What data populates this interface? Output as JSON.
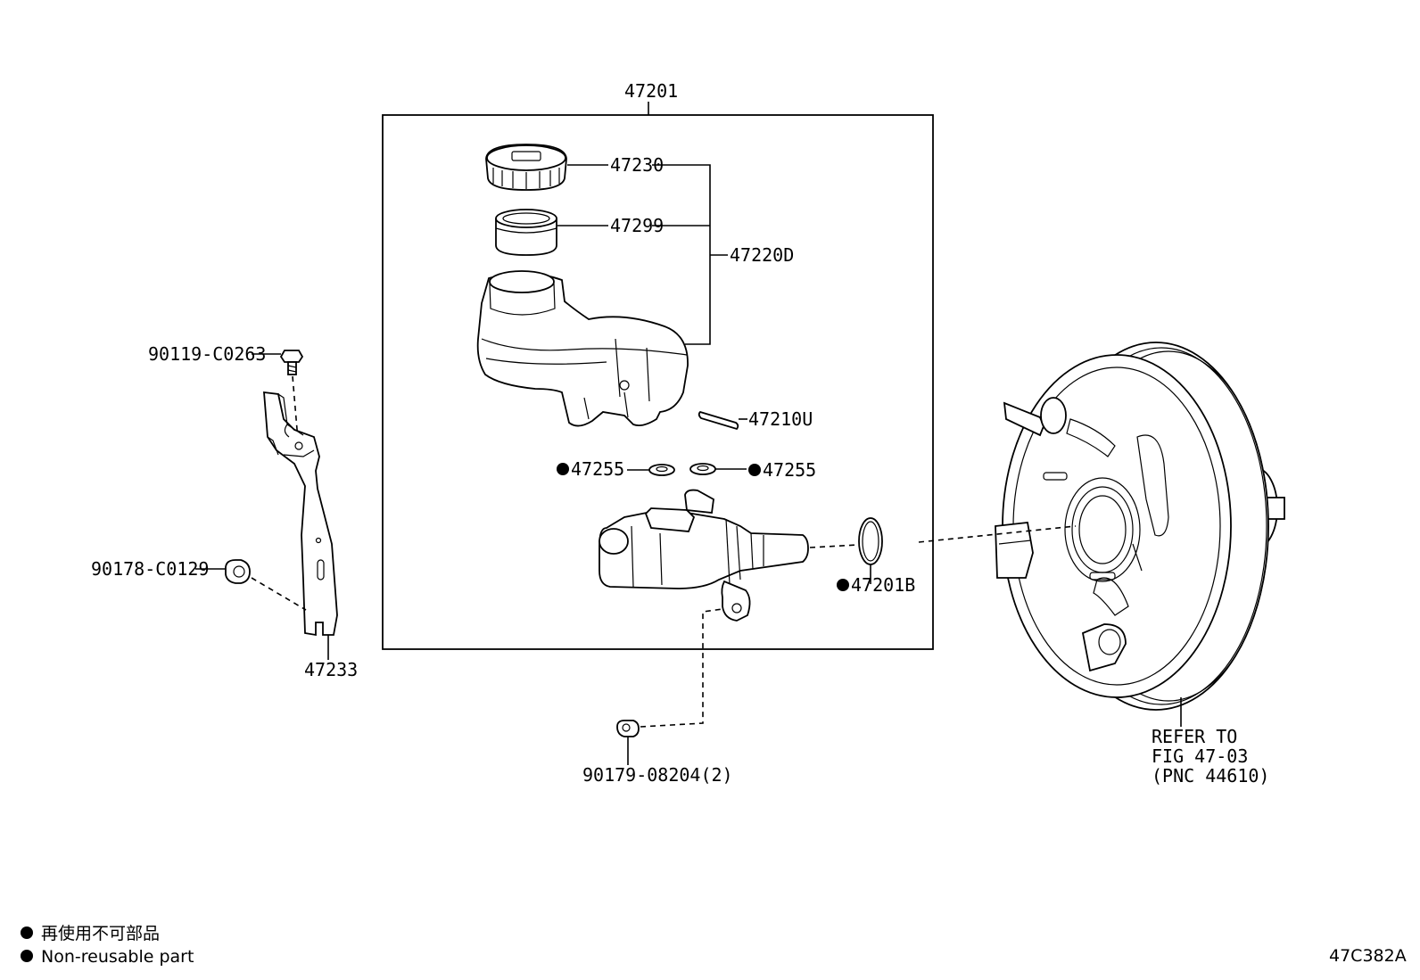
{
  "parts": {
    "p47201": "47201",
    "p47230": "47230",
    "p47299": "47299",
    "p47220D": "47220D",
    "p47210U": "47210U",
    "p47255_left": "47255",
    "p47255_right": "47255",
    "p47201B": "47201B",
    "p90119": "90119-C0263",
    "p90178": "90178-C0129",
    "p47233": "47233",
    "p90179": "90179-08204(2)"
  },
  "refer": {
    "line1": "REFER TO",
    "line2": "FIG 47-03",
    "line3": "(PNC 44610)"
  },
  "legend": {
    "jp": "再使用不可部品",
    "en": "Non-reusable part"
  },
  "figure_code": "47C382A"
}
